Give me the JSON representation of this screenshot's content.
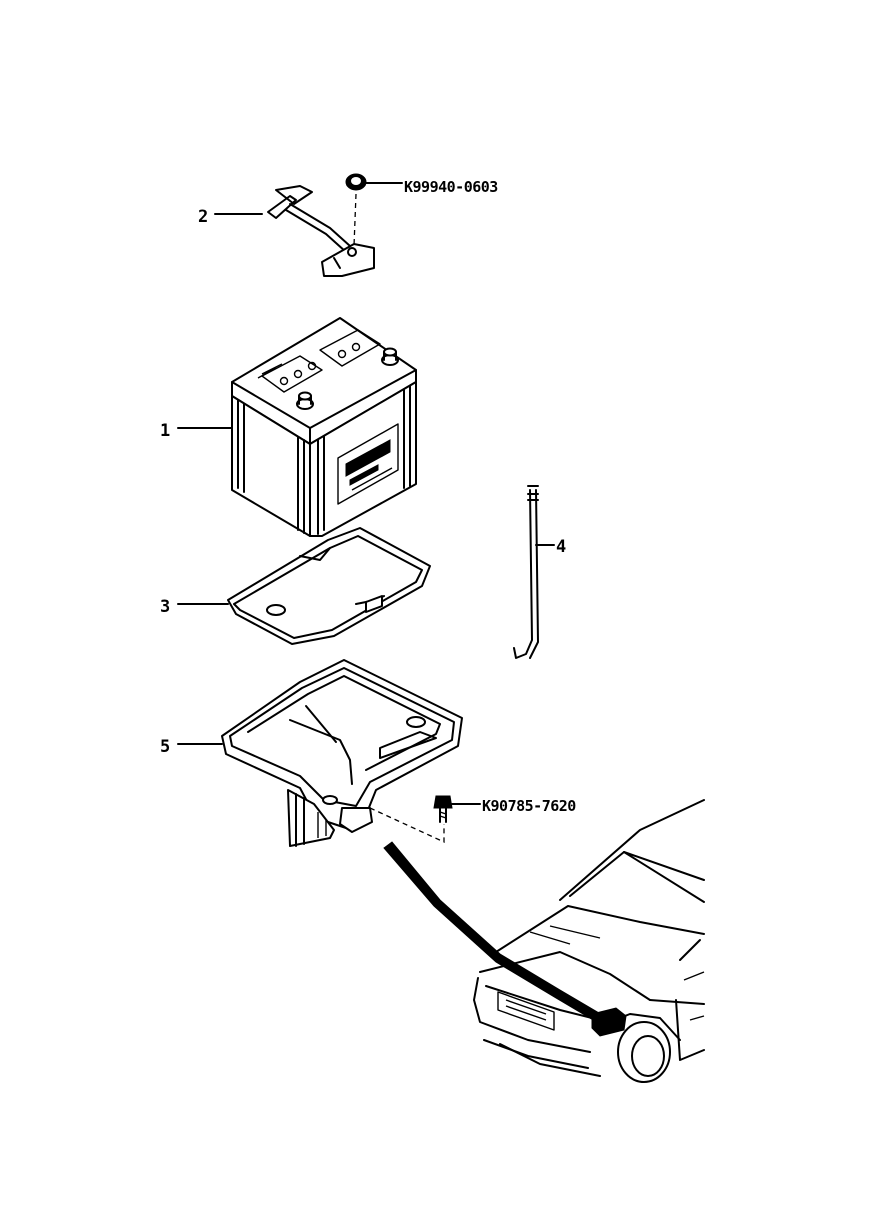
{
  "callouts": {
    "battery": "1",
    "clamp": "2",
    "tray_cover": "3",
    "rod": "4",
    "tray": "5"
  },
  "part_numbers": {
    "nut": "K99940-0603",
    "bolt": "K90785-7620"
  }
}
